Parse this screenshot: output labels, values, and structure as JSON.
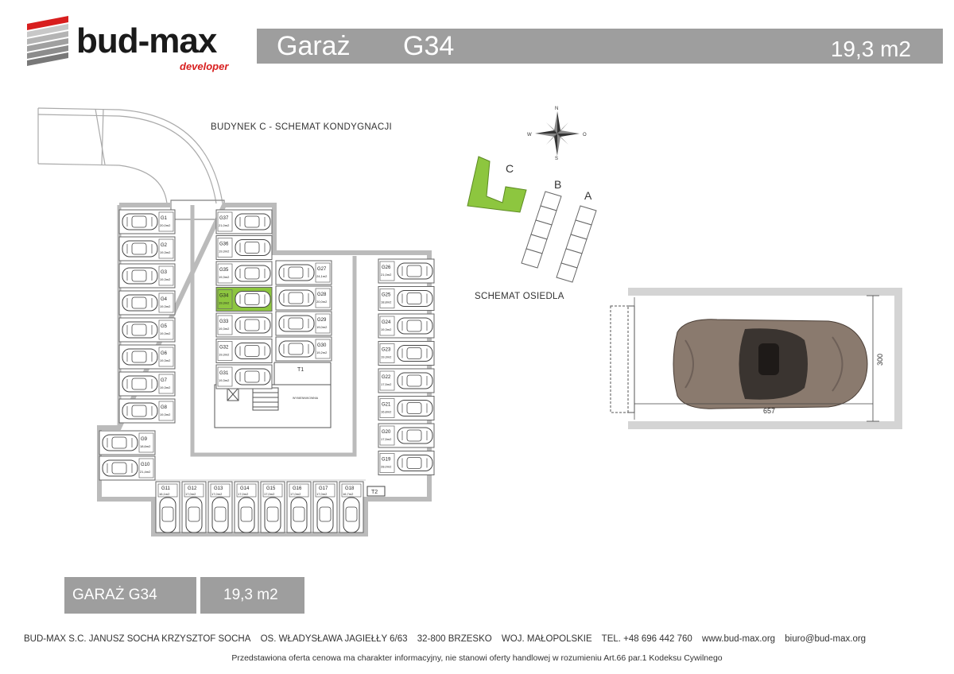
{
  "brand": {
    "name": "bud-max",
    "sub": "developer"
  },
  "header": {
    "label": "Garaż",
    "code": "G34",
    "area": "19,3 m2"
  },
  "plan": {
    "caption": "BUDYNEK C - SCHEMAT KONDYGNACJI",
    "left_column": [
      {
        "code": "G1",
        "area": "20,0m2"
      },
      {
        "code": "G2",
        "area": "19,3m2"
      },
      {
        "code": "G3",
        "area": "19,3m2"
      },
      {
        "code": "G4",
        "area": "19,3m2"
      },
      {
        "code": "G5",
        "area": "19,3m2"
      },
      {
        "code": "G6",
        "area": "19,3m2"
      },
      {
        "code": "G7",
        "area": "19,3m2"
      },
      {
        "code": "G8",
        "area": "19,3m2"
      },
      {
        "code": "G9",
        "area": "18,6m2"
      },
      {
        "code": "G10",
        "area": "21,4m2"
      }
    ],
    "center_left": [
      {
        "code": "G37",
        "area": "21,0m2"
      },
      {
        "code": "G36",
        "area": "19,3m2"
      },
      {
        "code": "G35",
        "area": "19,3m2"
      },
      {
        "code": "G34",
        "area": "19,3m2"
      },
      {
        "code": "G33",
        "area": "19,3m2"
      },
      {
        "code": "G32",
        "area": "19,3m2"
      },
      {
        "code": "G31",
        "area": "19,3m2"
      }
    ],
    "center_right": [
      {
        "code": "G27",
        "area": "24,1m2"
      },
      {
        "code": "G28",
        "area": "20,0m2"
      },
      {
        "code": "G29",
        "area": "19,0m2"
      },
      {
        "code": "G30",
        "area": "19,2m2"
      }
    ],
    "right_column": [
      {
        "code": "G26",
        "area": "21,0m2"
      },
      {
        "code": "G25",
        "area": "18,8m2"
      },
      {
        "code": "G24",
        "area": "19,3m2"
      },
      {
        "code": "G23",
        "area": "19,3m2"
      },
      {
        "code": "G22",
        "area": "17,5m2"
      },
      {
        "code": "G21",
        "area": "16,8m2"
      },
      {
        "code": "G20",
        "area": "17,5m2"
      },
      {
        "code": "G19",
        "area": "28,0m2"
      }
    ],
    "bottom_row": [
      {
        "code": "G11",
        "area": "16,1m2"
      },
      {
        "code": "G12",
        "area": "17,0m2"
      },
      {
        "code": "G13",
        "area": "17,0m2"
      },
      {
        "code": "G14",
        "area": "17,0m2"
      },
      {
        "code": "G15",
        "area": "17,0m2"
      },
      {
        "code": "G16",
        "area": "17,0m2"
      },
      {
        "code": "G17",
        "area": "17,0m2"
      },
      {
        "code": "G18",
        "area": "16,7m2"
      }
    ],
    "rooms": {
      "t1": "T1",
      "t2": "T2",
      "service": "WYMIENNIKOWNIA"
    },
    "highlight_color": "#8dc63f"
  },
  "compass": {
    "n": "N",
    "s": "S",
    "e": "O",
    "w": "W"
  },
  "estate": {
    "caption": "SCHEMAT OSIEDLA",
    "buildings": [
      "C",
      "B",
      "A"
    ],
    "active_color": "#8dc63f"
  },
  "garage_dims": {
    "width": "657",
    "depth": "300"
  },
  "summary": {
    "code": "GARAŻ G34",
    "area": "19,3 m2"
  },
  "footer": {
    "company": "BUD-MAX S.C.  JANUSZ SOCHA  KRZYSZTOF SOCHA",
    "address": "OS. WŁADYSŁAWA JAGIEŁŁY 6/63",
    "postal": "32-800 BRZESKO",
    "region": "WOJ. MAŁOPOLSKIE",
    "phone": "TEL. +48 696 442 760",
    "web": "www.bud-max.org",
    "email": "biuro@bud-max.org",
    "disclaimer": "Przedstawiona oferta cenowa ma charakter informacyjny, nie stanowi oferty handlowej w rozumieniu Art.66 par.1 Kodeksu Cywilnego"
  }
}
